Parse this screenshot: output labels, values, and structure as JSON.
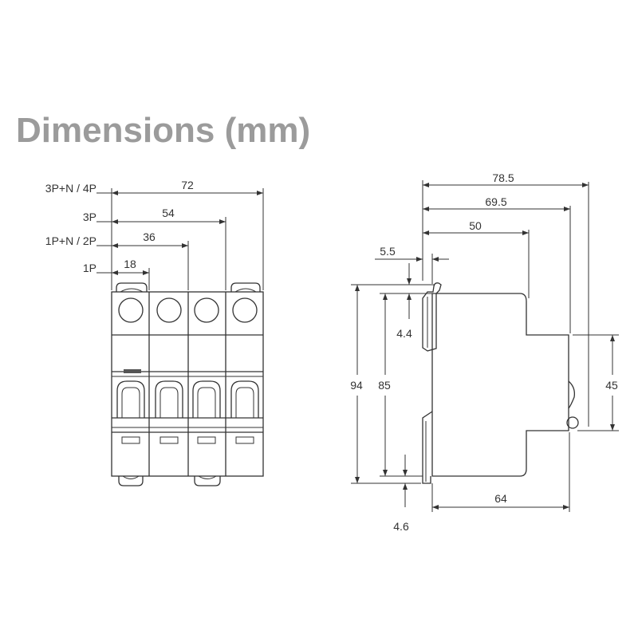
{
  "title": "Dimensions (mm)",
  "front_view": {
    "rows": [
      {
        "label": "3P+N / 4P",
        "width": "72"
      },
      {
        "label": "3P",
        "width": "54"
      },
      {
        "label": "1P+N / 2P",
        "width": "36"
      },
      {
        "label": "1P",
        "width": "18"
      }
    ]
  },
  "side_view": {
    "depth_overall": "78.5",
    "depth_rail": "69.5",
    "depth_front": "50",
    "handle_offset": "5.5",
    "top_offset": "4.4",
    "height_overall": "94",
    "height_body": "85",
    "rail_height": "45",
    "rail_depth": "64",
    "bottom_offset": "4.6"
  },
  "colors": {
    "title": "#9b9b9b",
    "line": "#333333",
    "background": "#ffffff"
  }
}
